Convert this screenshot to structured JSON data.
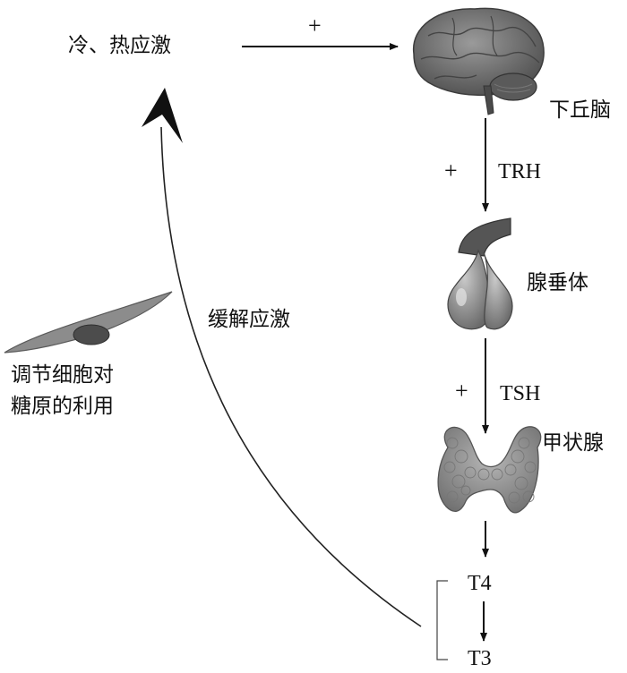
{
  "stimulus": "冷、热应激",
  "organs": {
    "hypothalamus": "下丘脑",
    "pituitary": "垂体",
    "pituitary_prefix": "腺",
    "thyroid": "甲状腺"
  },
  "hormones": {
    "trh": "TRH",
    "tsh": "TSH",
    "t4": "T4",
    "t3": "T3"
  },
  "signs": {
    "stim_to_hypo": "+",
    "trh": "+",
    "tsh": "+"
  },
  "feedback_label": "缓解应激",
  "cell_label_line1": "调节细胞对",
  "cell_label_line2": "糖原的利用"
}
